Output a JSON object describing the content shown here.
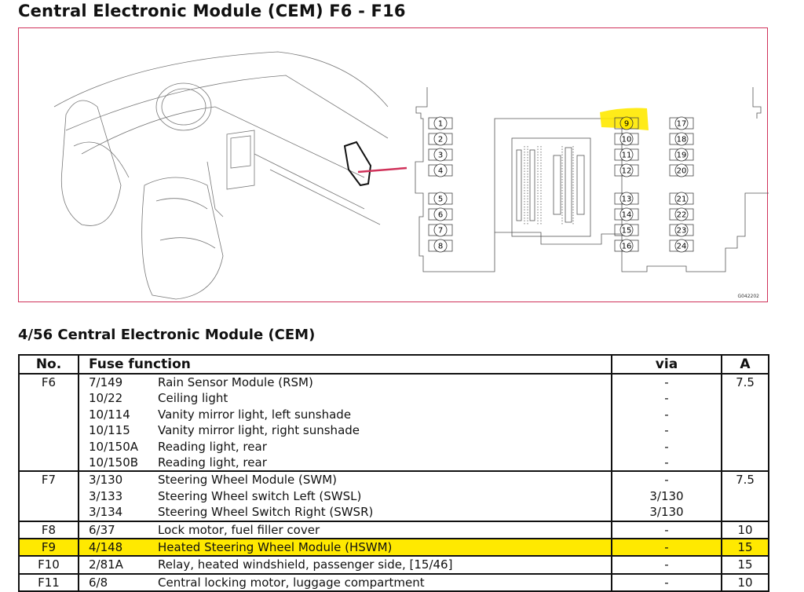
{
  "title": "Central Electronic Module (CEM) F6 - F16",
  "figure": {
    "code": "G042202",
    "fuses": [
      "1",
      "2",
      "3",
      "4",
      "5",
      "6",
      "7",
      "8",
      "9",
      "10",
      "11",
      "12",
      "13",
      "14",
      "15",
      "16",
      "17",
      "18",
      "19",
      "20",
      "21",
      "22",
      "23",
      "24"
    ],
    "highlighted_fuse": "9",
    "colors": {
      "border": "#d0325a",
      "pointer": "#d0325a",
      "highlight": "#ffe900"
    }
  },
  "subtitle": "4/56 Central Electronic Module (CEM)",
  "table": {
    "headers": {
      "no": "No.",
      "function": "Fuse function",
      "via": "via",
      "amp": "A"
    },
    "rows": [
      {
        "no": "F6",
        "amp": "7.5",
        "highlight": false,
        "items": [
          {
            "code": "7/149",
            "desc": "Rain Sensor Module (RSM)",
            "via": "-"
          },
          {
            "code": "10/22",
            "desc": "Ceiling light",
            "via": "-"
          },
          {
            "code": "10/114",
            "desc": "Vanity mirror light, left sunshade",
            "via": "-"
          },
          {
            "code": "10/115",
            "desc": "Vanity mirror light, right sunshade",
            "via": "-"
          },
          {
            "code": "10/150A",
            "desc": "Reading light, rear",
            "via": "-"
          },
          {
            "code": "10/150B",
            "desc": "Reading light, rear",
            "via": "-"
          }
        ]
      },
      {
        "no": "F7",
        "amp": "7.5",
        "highlight": false,
        "items": [
          {
            "code": "3/130",
            "desc": "Steering Wheel Module (SWM)",
            "via": "-"
          },
          {
            "code": "3/133",
            "desc": "Steering Wheel switch Left (SWSL)",
            "via": "3/130"
          },
          {
            "code": "3/134",
            "desc": "Steering Wheel Switch Right (SWSR)",
            "via": "3/130"
          }
        ]
      },
      {
        "no": "F8",
        "amp": "10",
        "highlight": false,
        "items": [
          {
            "code": "6/37",
            "desc": "Lock motor, fuel filler cover",
            "via": "-"
          }
        ]
      },
      {
        "no": "F9",
        "amp": "15",
        "highlight": true,
        "items": [
          {
            "code": "4/148",
            "desc": "Heated Steering Wheel Module (HSWM)",
            "via": "-"
          }
        ]
      },
      {
        "no": "F10",
        "amp": "15",
        "highlight": false,
        "items": [
          {
            "code": "2/81A",
            "desc": "Relay, heated windshield, passenger side, [15/46]",
            "via": "-"
          }
        ]
      },
      {
        "no": "F11",
        "amp": "10",
        "highlight": false,
        "items": [
          {
            "code": "6/8",
            "desc": "Central locking motor, luggage compartment",
            "via": "-"
          }
        ]
      }
    ]
  }
}
